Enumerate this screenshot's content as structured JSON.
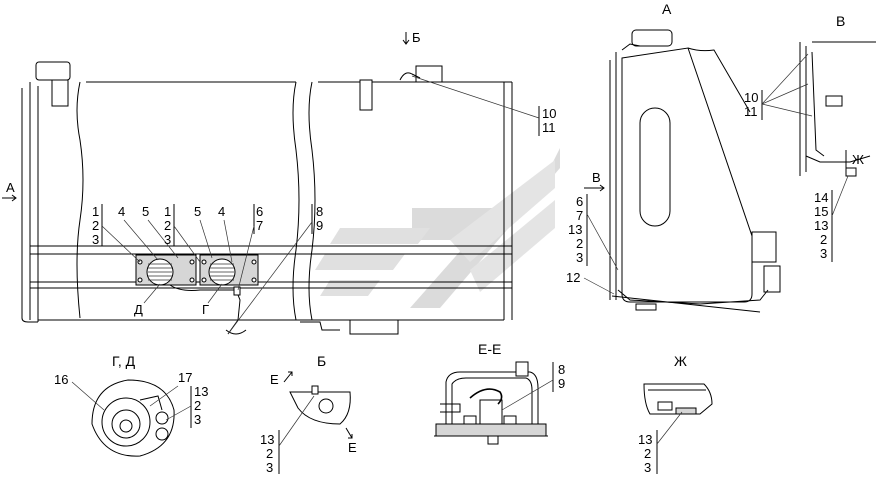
{
  "view_labels": {
    "a": "А",
    "v": "В",
    "b": "Б",
    "gd": "Г, Д",
    "ee": "Е-Е",
    "zh": "Ж"
  },
  "view_markers": {
    "a_arrow": "А",
    "b_arrow": "Б",
    "v_arrow": "В",
    "g": "Г",
    "d": "Д",
    "e_top": "Е",
    "e_bottom": "Е",
    "zh_inline": "Ж"
  },
  "callouts": {
    "main_1": [
      "1",
      "2",
      "3"
    ],
    "main_4a": "4",
    "main_5a": "5",
    "main_2": [
      "1",
      "2",
      "3"
    ],
    "main_5b": "5",
    "main_4b": "4",
    "main_67": [
      "6",
      "7"
    ],
    "main_89": [
      "8",
      "9"
    ],
    "main_1011": [
      "10",
      "11"
    ],
    "a_stack": [
      "6",
      "7",
      "13",
      "2",
      "3"
    ],
    "a_12": "12",
    "v_1011": [
      "10",
      "11"
    ],
    "v_stack": [
      "14",
      "15",
      "13",
      "2",
      "3"
    ],
    "gd_16": "16",
    "gd_stack": [
      "17",
      "13",
      "2",
      "3"
    ],
    "b_stack": [
      "13",
      "2",
      "3"
    ],
    "ee_stack": [
      "8",
      "9"
    ],
    "zh_stack": [
      "13",
      "2",
      "3"
    ]
  }
}
